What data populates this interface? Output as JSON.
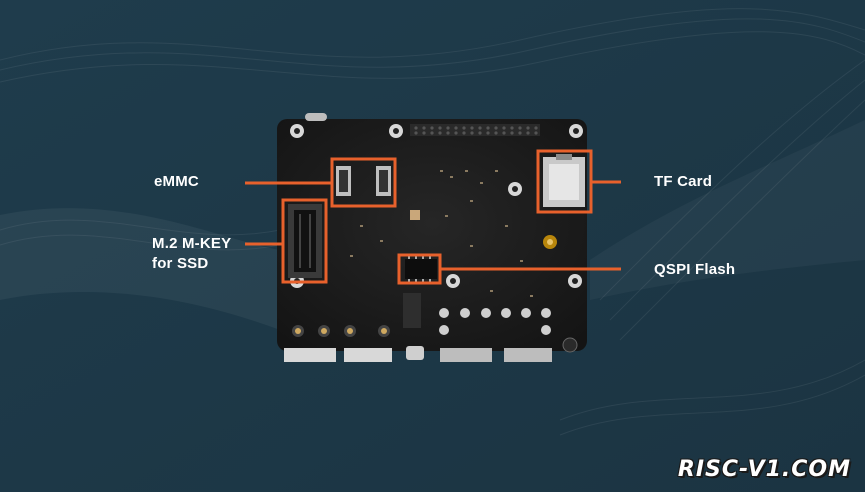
{
  "labels": {
    "emmc": "eMMC",
    "m2_line1": "M.2 M-KEY",
    "m2_line2": "for SSD",
    "tf_card": "TF Card",
    "qspi_flash": "QSPI Flash"
  },
  "watermark": "RISC-V1.COM",
  "colors": {
    "background": "#1e3a4a",
    "board": "#1c1c1c",
    "highlight": "#e8612c",
    "text": "#ffffff"
  }
}
